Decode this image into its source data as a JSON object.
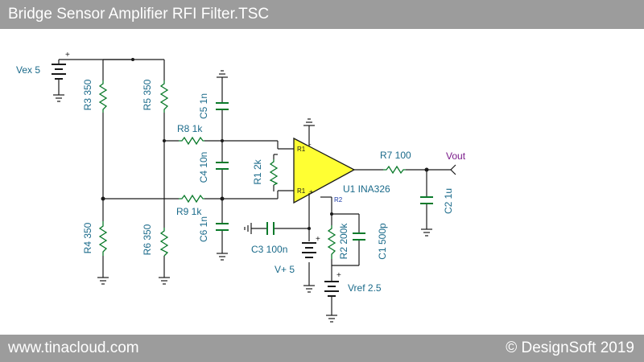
{
  "title": "Bridge Sensor Amplifier RFI Filter.TSC",
  "footer": {
    "left": "www.tinacloud.com",
    "right": "© DesignSoft 2019"
  },
  "components": {
    "vex": "Vex 5",
    "r3": "R3 350",
    "r5": "R5 350",
    "r4": "R4 350",
    "r6": "R6 350",
    "r8": "R8 1k",
    "r9": "R9 1k",
    "c5": "C5 1n",
    "c4": "C4 10n",
    "c6": "C6 1n",
    "r1": "R1 2k",
    "c3": "C3 100n",
    "vplus": "V+ 5",
    "u1": "U1 INA326",
    "r7": "R7 100",
    "c2": "C2 1u",
    "r2": "R2 200k",
    "c1": "C1 500p",
    "vref": "Vref 2.5",
    "vout": "Vout"
  },
  "pins": {
    "r1_top": "R1",
    "r1_bottom": "R1",
    "r2": "R2",
    "plus": "+",
    "minus": "-"
  },
  "colors": {
    "wire": "#1a1a1a",
    "resistor": "#0a7a2a",
    "capacitor": "#0a7a2a",
    "opamp_fill": "#ffff33",
    "label": "#1a6a8a",
    "output_label": "#7a1a8a",
    "bar": "#9c9c9c"
  }
}
